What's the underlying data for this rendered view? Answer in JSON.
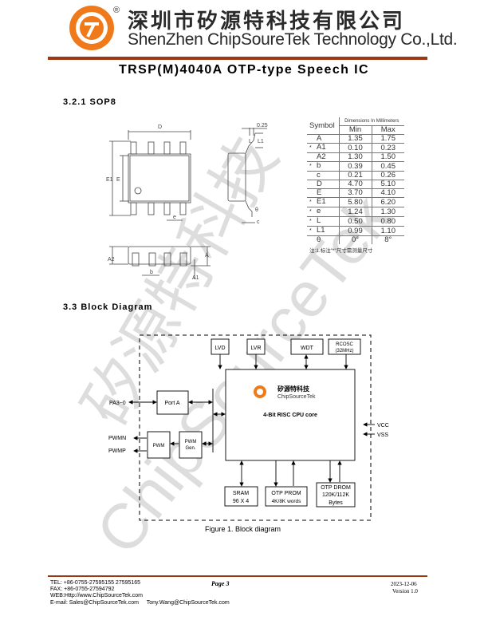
{
  "header": {
    "company_cn": "深圳市矽源特科技有限公司",
    "company_en": "ShenZhen ChipSoureTek Technology Co.,Ltd.",
    "registered_mark": "®",
    "doc_title": "TRSP(M)4040A OTP-type Speech IC"
  },
  "watermark": {
    "cn": "矽源特科技",
    "en": "ChipSourceTek"
  },
  "sop8": {
    "heading": "3.2.1 SOP8",
    "drawing_labels": {
      "D": "D",
      "E1": "E1",
      "E": "E",
      "e": "e",
      "b": "b",
      "A2": "A2",
      "A": "A",
      "A1": "A1",
      "c": "c",
      "L": "L",
      "L1": "L1",
      "theta": "θ",
      "lead": "0.25"
    },
    "table": {
      "symbol_header": "Symbol",
      "dims_header": "Dimensions In Millimeters",
      "min_header": "Min",
      "max_header": "Max",
      "rows": [
        {
          "mark": "",
          "symbol": "A",
          "min": "1.35",
          "max": "1.75"
        },
        {
          "mark": "*",
          "symbol": "A1",
          "min": "0.10",
          "max": "0.23"
        },
        {
          "mark": "",
          "symbol": "A2",
          "min": "1.30",
          "max": "1.50"
        },
        {
          "mark": "*",
          "symbol": "b",
          "min": "0.39",
          "max": "0.45"
        },
        {
          "mark": "",
          "symbol": "c",
          "min": "0.21",
          "max": "0.26"
        },
        {
          "mark": "",
          "symbol": "D",
          "min": "4.70",
          "max": "5.10"
        },
        {
          "mark": "",
          "symbol": "E",
          "min": "3.70",
          "max": "4.10"
        },
        {
          "mark": "*",
          "symbol": "E1",
          "min": "5.80",
          "max": "6.20"
        },
        {
          "mark": "*",
          "symbol": "e",
          "min": "1.24",
          "max": "1.30"
        },
        {
          "mark": "*",
          "symbol": "L",
          "min": "0.50",
          "max": "0.80"
        },
        {
          "mark": "*",
          "symbol": "L1",
          "min": "0.99",
          "max": "1.10"
        },
        {
          "mark": "",
          "symbol": "θ",
          "min": "0°",
          "max": "8°"
        }
      ],
      "note": "注:1.标注\"*\"尺寸需测量尺寸"
    }
  },
  "block": {
    "heading": "3.3 Block Diagram",
    "lvd": "LVD",
    "lvr": "LVR",
    "wdt": "WDT",
    "rcosc": "RCOSC",
    "rcosc_freq": "(32MHz)",
    "logo_cn": "矽源特科技",
    "logo_en": "ChipSourceTek",
    "cpu": "4-Bit RISC CPU core",
    "port_a": "Port A",
    "pa": "PA3~0",
    "pwm": "PWM",
    "pwm_gen1": "PWM",
    "pwm_gen2": "Gen.",
    "pwmn": "PWMN",
    "pwmp": "PWMP",
    "vcc": "VCC",
    "vss": "VSS",
    "sram1": "SRAM",
    "sram2": "96 X 4",
    "prom1": "OTP PROM",
    "prom2": "4K/8K words",
    "drom1": "OTP DROM",
    "drom2": "120K/112K",
    "drom3": "Bytes",
    "caption": "Figure 1. Block diagram"
  },
  "footer": {
    "tel": "TEL: +86-0755-27595155 27595165",
    "fax": "FAX: +86-0755-27594792",
    "web": "WEB:Http://www.ChipSourceTek.com",
    "email": "E-mail: Sales@ChipSourceTek.com",
    "email2": "Tony.Wang@ChipSourceTek.com",
    "page": "Page 3",
    "date": "2023-12-06",
    "version": "Version 1.0"
  },
  "colors": {
    "brand_rule": "#9b3a12",
    "logo_orange": "#f07a1a"
  }
}
